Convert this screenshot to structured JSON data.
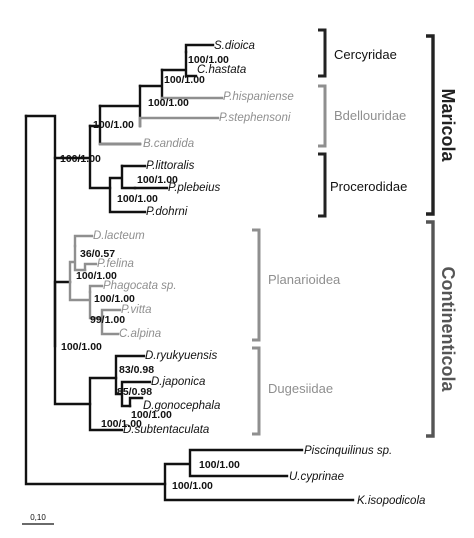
{
  "colors": {
    "dark": "#111111",
    "gray": "#8f8f8f",
    "group_dark": "#222222",
    "group_gray": "#555555"
  },
  "taxa": {
    "s_dioica": "S.dioica",
    "c_hastata": "C.hastata",
    "p_hispaniense": "P.hispaniense",
    "p_stephensoni": "P.stephensoni",
    "b_candida": "B.candida",
    "p_littoralis": "P.littoralis",
    "p_plebeius": "P.plebeius",
    "p_dohrni": "P.dohrni",
    "d_lacteum": "D.lacteum",
    "p_felina": "P.felina",
    "phagocata": "Phagocata sp.",
    "p_vitta": "P.vitta",
    "c_alpina": "C.alpina",
    "d_ryukyuensis": "D.ryukyuensis",
    "d_japonica": "D.japonica",
    "d_gonocephala": "D.gonocephala",
    "d_subtentaculata": "D.subtentaculata",
    "piscinquilinus": "Piscinquilinus sp.",
    "u_cyprinae": "U.cyprinae",
    "k_isopodicola": "K.isopodicola"
  },
  "support": {
    "cercyridae_inner": "100/1.00",
    "cercyridae_hisp": "100/1.00",
    "bdellouridae": "100/1.00",
    "maricola_core": "100/1.00",
    "maricola": "100/1.00",
    "procerodidae_inner": "100/1.00",
    "procerodidae": "100/1.00",
    "felina": "36/0.57",
    "planarioidea": "100/1.00",
    "phagocata_vitta": "100/1.00",
    "vitta_alpina": "99/1.00",
    "continenticola": "100/1.00",
    "dug_japonica": "83/0.98",
    "dug_gonocephala": "85/0.98",
    "dug_subtent": "100/1.00",
    "dugesiidae": "100/1.00",
    "outgroup_inner": "100/1.00",
    "outgroup": "100/1.00"
  },
  "families": {
    "cercyridae": "Cercyridae",
    "bdellouridae": "Bdellouridae",
    "procerodidae": "Procerodidae",
    "planarioidea": "Planarioidea",
    "dugesiidae": "Dugesiidae"
  },
  "groups": {
    "maricola": "Maricola",
    "continenticola": "Continenticola"
  },
  "scale_label": "0,10"
}
